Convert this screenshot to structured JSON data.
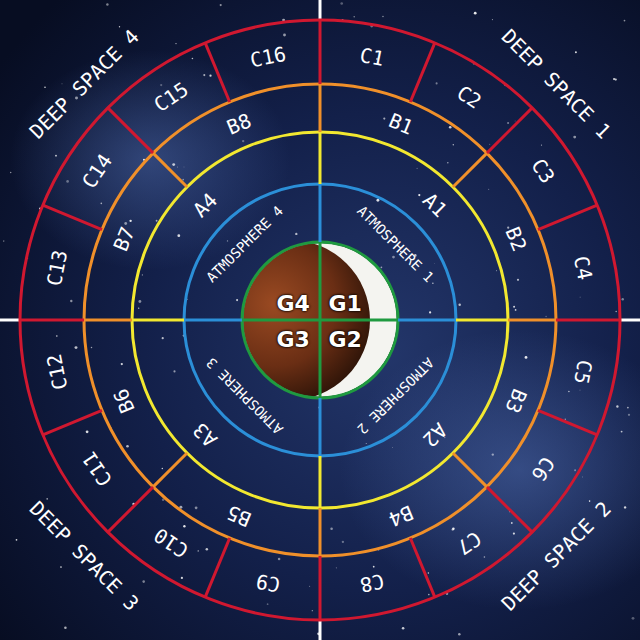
{
  "diagram": {
    "nodes": [
      {
        "text": [
          "G1"
        ]
      },
      {
        "text": [
          "G2"
        ]
      },
      {
        "text": [
          "G3"
        ]
      },
      {
        "text": [
          "G4"
        ]
      },
      {
        "text": [
          "ATMOSPHERE 1"
        ]
      },
      {
        "text": [
          "ATMOSPHERE 2"
        ]
      },
      {
        "text": [
          "ATMOSPHERE 3"
        ]
      },
      {
        "text": [
          "ATMOSPHERE 4"
        ]
      },
      {
        "text": [
          "A1"
        ]
      },
      {
        "text": [
          "A2"
        ]
      },
      {
        "text": [
          "A3"
        ]
      },
      {
        "text": [
          "A4"
        ]
      },
      {
        "text": [
          "B1"
        ]
      },
      {
        "text": [
          "B2"
        ]
      },
      {
        "text": [
          "B3"
        ]
      },
      {
        "text": [
          "B4"
        ]
      },
      {
        "text": [
          "B5"
        ]
      },
      {
        "text": [
          "B6"
        ]
      },
      {
        "text": [
          "B7"
        ]
      },
      {
        "text": [
          "B8"
        ]
      },
      {
        "text": [
          "C1"
        ]
      },
      {
        "text": [
          "C2"
        ]
      },
      {
        "text": [
          "C3"
        ]
      },
      {
        "text": [
          "C4"
        ]
      },
      {
        "text": [
          "C5"
        ]
      },
      {
        "text": [
          "C6"
        ]
      },
      {
        "text": [
          "C7"
        ]
      },
      {
        "text": [
          "C8"
        ]
      },
      {
        "text": [
          "C9"
        ]
      },
      {
        "text": [
          "C10"
        ]
      },
      {
        "text": [
          "C11"
        ]
      },
      {
        "text": [
          "C12"
        ]
      },
      {
        "text": [
          "C13"
        ]
      },
      {
        "text": [
          "C14"
        ]
      },
      {
        "text": [
          "C15"
        ]
      },
      {
        "text": [
          "C16"
        ]
      }
    ],
    "labels": [
      "DEEP SPACE 1",
      "DEEP SPACE 2",
      "DEEP SPACE 3",
      "DEEP SPACE 4"
    ]
  }
}
